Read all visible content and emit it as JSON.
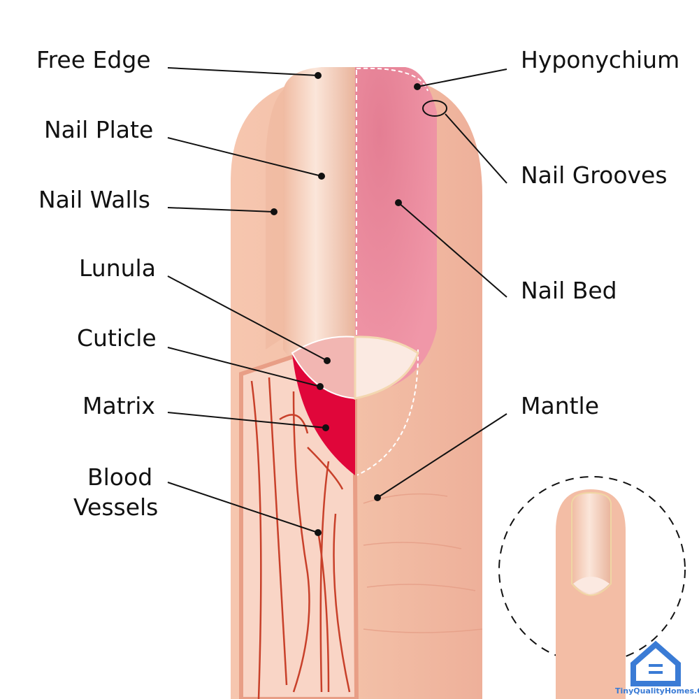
{
  "labels_left": {
    "free_edge": "Free Edge",
    "nail_plate": "Nail Plate",
    "nail_walls": "Nail Walls",
    "lunula": "Lunula",
    "cuticle": "Cuticle",
    "matrix": "Matrix",
    "blood_vessels_1": "Blood",
    "blood_vessels_2": "Vessels"
  },
  "labels_right": {
    "hyponychium": "Hyponychium",
    "nail_grooves": "Nail Grooves",
    "nail_bed": "Nail Bed",
    "mantle": "Mantle"
  },
  "watermark": "TinyQualityHomes.Org",
  "colors": {
    "skin": "#f4bfa6",
    "nail_bed": "#ee8fa2",
    "matrix": "#e0063a",
    "vessel": "#c8402a",
    "logo": "#3a7bd5"
  }
}
